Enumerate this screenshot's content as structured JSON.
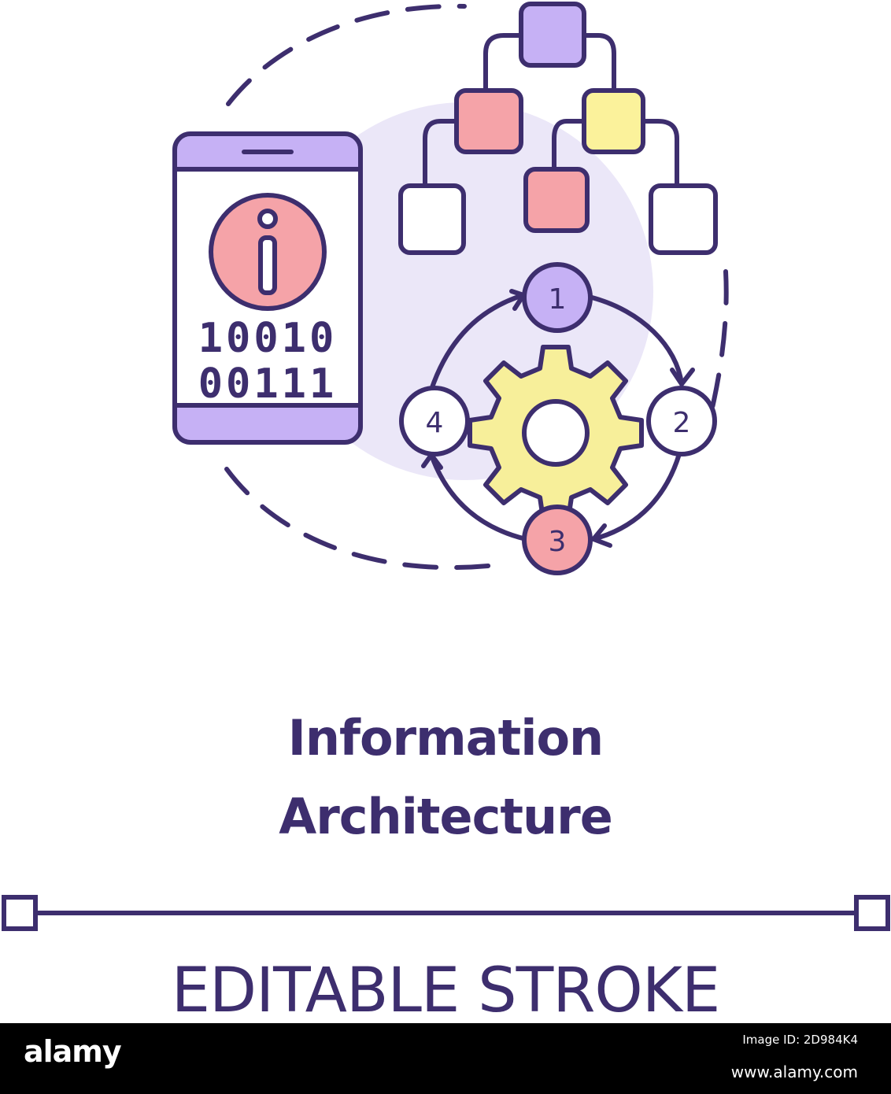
{
  "title": {
    "line1": "Information",
    "line2": "Architecture"
  },
  "caption": "EDITABLE STROKE",
  "phone": {
    "binary_row1": "10010",
    "binary_row2": "00111"
  },
  "cycle": {
    "step1": "1",
    "step2": "2",
    "step3": "3",
    "step4": "4"
  },
  "footer": {
    "logo": "alamy",
    "image_id": "Image ID: 2D984K4",
    "url": "www.alamy.com"
  },
  "colors": {
    "stroke": "#3d2e6e",
    "lavender_bg": "#ebe7f8",
    "purple": "#c6b1f5",
    "pink": "#f5a3a8",
    "yellow": "#fbf29b",
    "gear_yellow": "#f7ef9a",
    "white": "#ffffff"
  }
}
